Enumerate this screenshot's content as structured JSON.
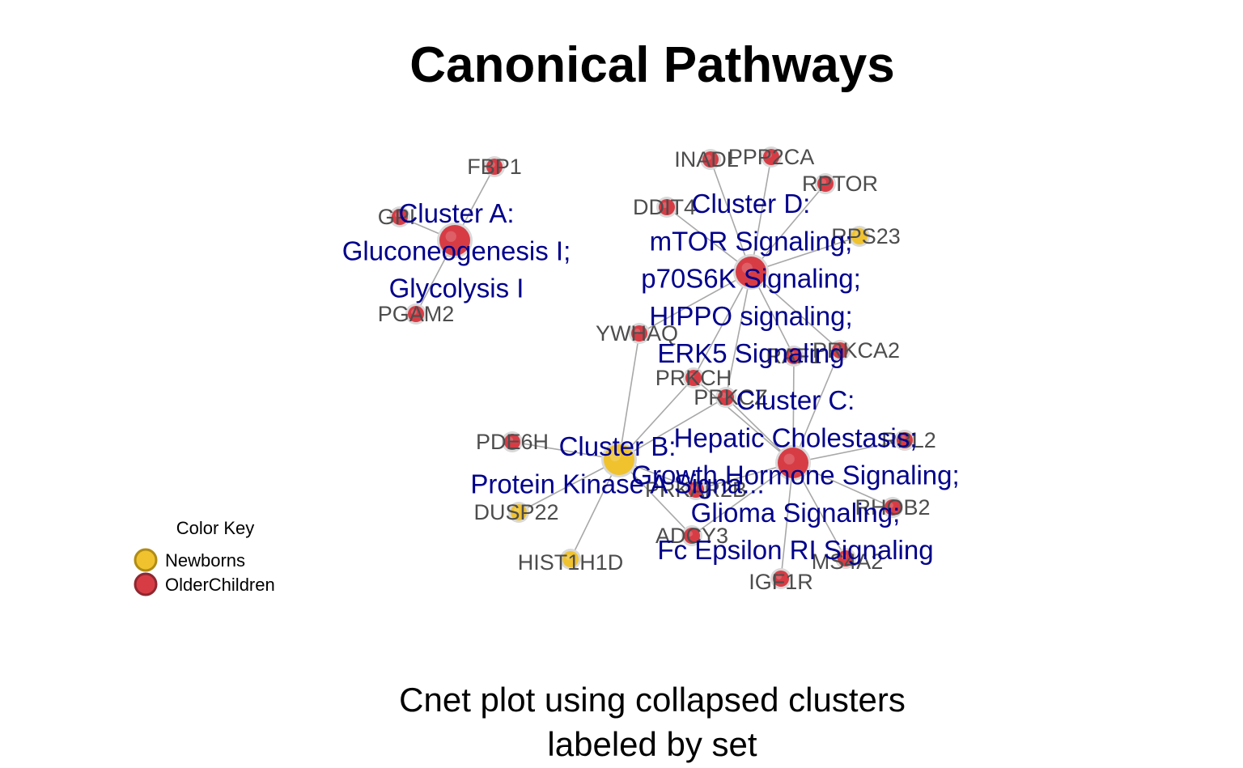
{
  "title": "Canonical Pathways",
  "caption": [
    "Cnet plot using collapsed clusters",
    "labeled by set"
  ],
  "legend": {
    "title": "Color Key",
    "items": [
      {
        "label": "Newborns",
        "color": "#f0c22e",
        "border": "#b08c15"
      },
      {
        "label": "OlderChildren",
        "color": "#d73c45",
        "border": "#8e2830"
      }
    ]
  },
  "colors": {
    "newborns": "#f0c22e",
    "olderchildren": "#d73c45",
    "edge": "#a8a8a8",
    "gene_label": "#4d4d4d",
    "cluster_label": "#00008b"
  },
  "clusters": [
    {
      "id": "A",
      "lines": [
        "Cluster A:",
        "Gluconeogenesis I;",
        "Glycolysis I"
      ],
      "set": "olderchildren"
    },
    {
      "id": "B",
      "lines": [
        "Cluster B:",
        "Protein Kinase A Signa..."
      ],
      "set": "newborns"
    },
    {
      "id": "C",
      "lines": [
        "Cluster C:",
        "Hepatic Cholestasis;",
        "Growth Hormone Signaling;",
        "Glioma Signaling;",
        "Fc Epsilon RI Signaling"
      ],
      "set": "olderchildren"
    },
    {
      "id": "D",
      "lines": [
        "Cluster D:",
        "mTOR Signaling;",
        "p70S6K Signaling;",
        "HIPPO signaling;",
        "ERK5 Signaling"
      ],
      "set": "olderchildren"
    }
  ],
  "genes": [
    {
      "id": "FBP1",
      "label": "FBP1",
      "set": "olderchildren"
    },
    {
      "id": "GPI",
      "label": "GPI",
      "set": "olderchildren"
    },
    {
      "id": "PGAM2",
      "label": "PGAM2",
      "set": "olderchildren"
    },
    {
      "id": "INADL",
      "label": "INADL",
      "set": "olderchildren"
    },
    {
      "id": "PPP2CA",
      "label": "PPP2CA",
      "set": "olderchildren"
    },
    {
      "id": "RPTOR",
      "label": "RPTOR",
      "set": "olderchildren"
    },
    {
      "id": "DDIT4",
      "label": "DDIT4",
      "set": "olderchildren"
    },
    {
      "id": "RPS23",
      "label": "RPS23",
      "set": "newborns"
    },
    {
      "id": "YWHAQ",
      "label": "YWHAQ",
      "set": "olderchildren"
    },
    {
      "id": "RAF1",
      "label": "RAF1",
      "set": "olderchildren"
    },
    {
      "id": "PRKCA2",
      "label": "PRKCA2",
      "set": "olderchildren"
    },
    {
      "id": "PRKCH",
      "label": "PRKCH",
      "set": "olderchildren"
    },
    {
      "id": "PRKCZ",
      "label": "PRKCZ",
      "set": "olderchildren"
    },
    {
      "id": "PDE6H",
      "label": "PDE6H",
      "set": "olderchildren"
    },
    {
      "id": "DUSP22",
      "label": "DUSP22",
      "set": "newborns"
    },
    {
      "id": "HIST1H1D",
      "label": "HIST1H1D",
      "set": "newborns"
    },
    {
      "id": "PRKAR2B",
      "label": "PRKAR2B",
      "set": "olderchildren"
    },
    {
      "id": "ADCY3",
      "label": "ADCY3",
      "set": "olderchildren"
    },
    {
      "id": "RBL2",
      "label": "RBL2",
      "set": "olderchildren"
    },
    {
      "id": "RHOB2",
      "label": "RHOB2",
      "set": "olderchildren"
    },
    {
      "id": "MS4A2",
      "label": "MS4A2",
      "set": "olderchildren"
    },
    {
      "id": "IGF1R",
      "label": "IGF1R",
      "set": "olderchildren"
    }
  ],
  "edges": [
    [
      "A",
      "FBP1"
    ],
    [
      "A",
      "GPI"
    ],
    [
      "A",
      "PGAM2"
    ],
    [
      "D",
      "INADL"
    ],
    [
      "D",
      "PPP2CA"
    ],
    [
      "D",
      "RPTOR"
    ],
    [
      "D",
      "DDIT4"
    ],
    [
      "D",
      "RPS23"
    ],
    [
      "D",
      "YWHAQ"
    ],
    [
      "D",
      "RAF1"
    ],
    [
      "D",
      "PRKCA2"
    ],
    [
      "D",
      "PRKCH"
    ],
    [
      "D",
      "PRKCZ"
    ],
    [
      "B",
      "YWHAQ"
    ],
    [
      "B",
      "PDE6H"
    ],
    [
      "B",
      "DUSP22"
    ],
    [
      "B",
      "HIST1H1D"
    ],
    [
      "B",
      "PRKAR2B"
    ],
    [
      "B",
      "ADCY3"
    ],
    [
      "B",
      "PRKCH"
    ],
    [
      "B",
      "PRKCZ"
    ],
    [
      "C",
      "PRKCH"
    ],
    [
      "C",
      "PRKCZ"
    ],
    [
      "C",
      "RAF1"
    ],
    [
      "C",
      "PRKCA2"
    ],
    [
      "C",
      "RBL2"
    ],
    [
      "C",
      "RHOB2"
    ],
    [
      "C",
      "MS4A2"
    ],
    [
      "C",
      "IGF1R"
    ],
    [
      "C",
      "ADCY3"
    ],
    [
      "C",
      "PRKAR2B"
    ]
  ]
}
